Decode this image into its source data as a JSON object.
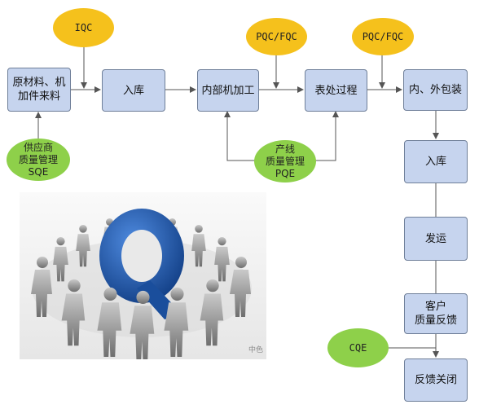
{
  "nodes": {
    "raw": {
      "lines": [
        "原材料、机",
        "加件来料"
      ]
    },
    "in1": {
      "label": "入库"
    },
    "machining": {
      "label": "内部机加工"
    },
    "surface": {
      "label": "表处过程"
    },
    "packing": {
      "label": "内、外包装"
    },
    "in2": {
      "label": "入库"
    },
    "ship": {
      "label": "发运"
    },
    "feedback": {
      "lines": [
        "客户",
        "质量反馈"
      ]
    },
    "close": {
      "label": "反馈关闭"
    }
  },
  "badges": {
    "iqc": {
      "label": "IQC"
    },
    "pqc1": {
      "label": "PQC/FQC"
    },
    "pqc2": {
      "label": "PQC/FQC"
    },
    "sqe": {
      "lines": [
        "供应商",
        "质量管理",
        "SQE"
      ]
    },
    "pqe": {
      "lines": [
        "产线",
        "质量管理",
        "PQE"
      ]
    },
    "cqe": {
      "label": "CQE"
    }
  },
  "image": {
    "watermark": "中色"
  },
  "colors": {
    "box": "#c6d4ee",
    "yellow": "#f5c11c",
    "green": "#8ed04a",
    "q_blue": "#1f5fb4"
  }
}
